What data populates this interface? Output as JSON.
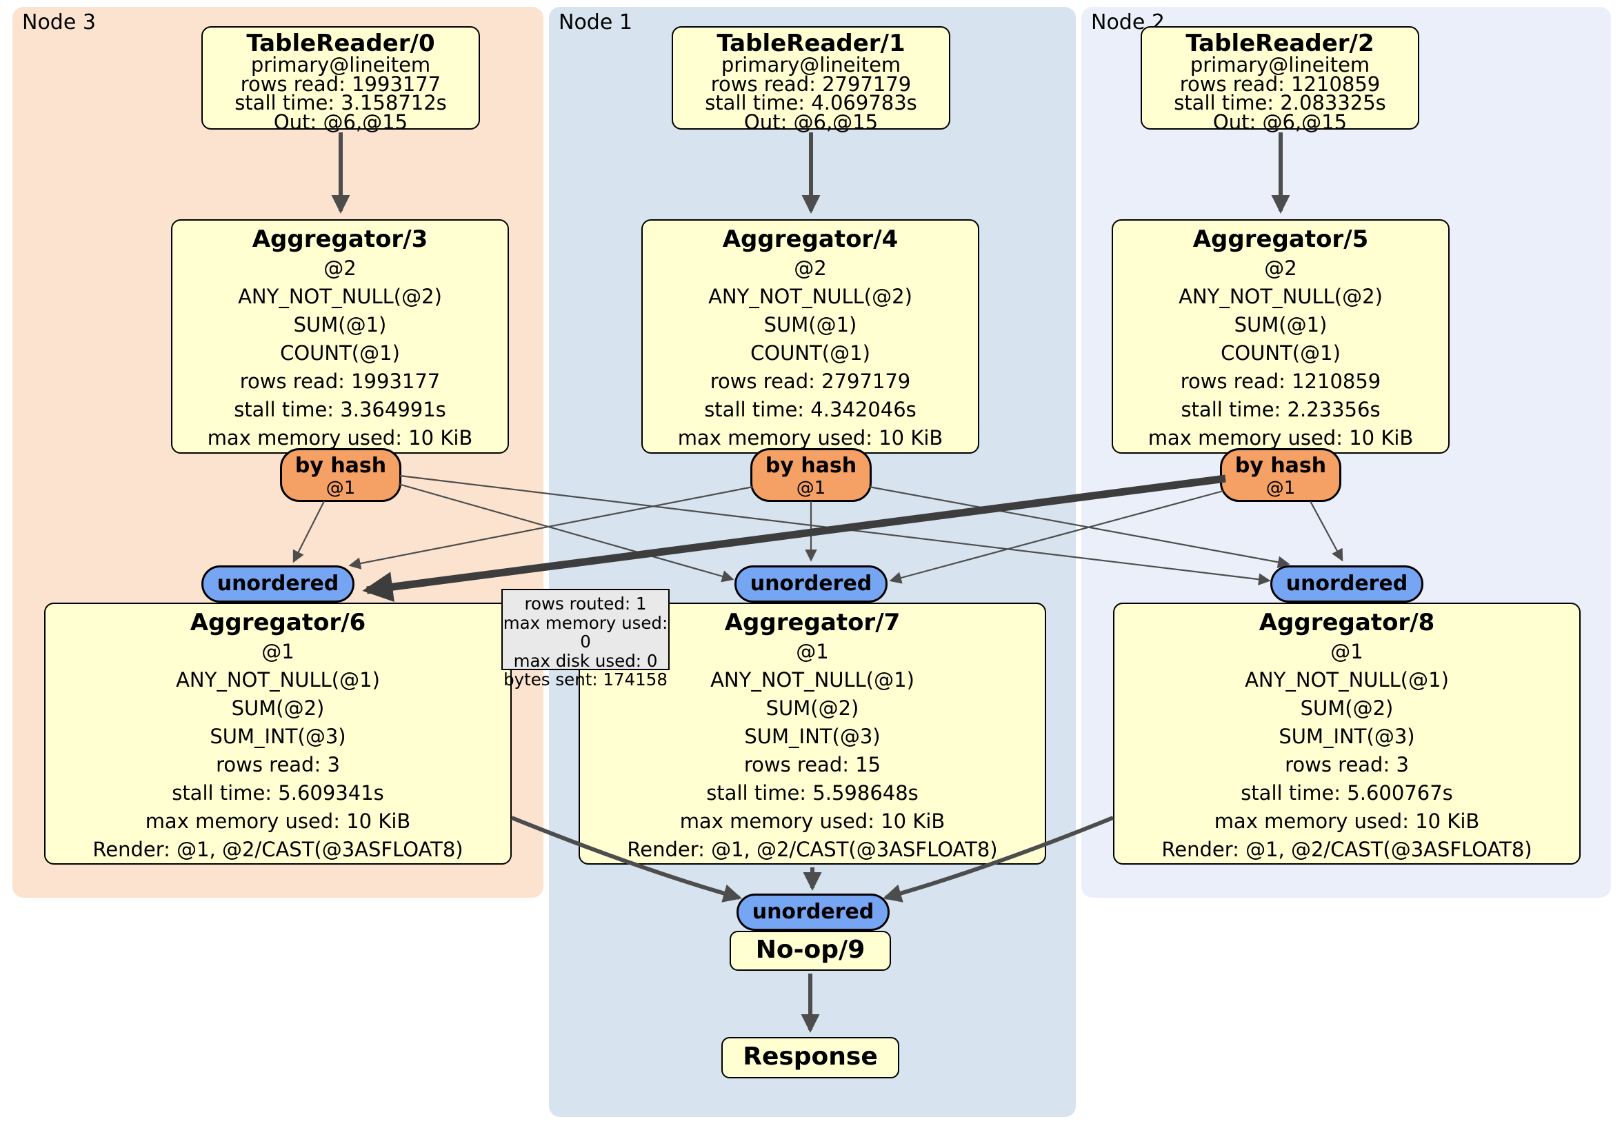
{
  "colors": {
    "node3_bg": "#fce3cf",
    "node1_bg": "#d7e3ee",
    "node2_bg": "#eaeff9",
    "processor_box_bg": "#ffffd2",
    "router_bg": "#f5a065",
    "sync_bg": "#76a5f3",
    "tooltip_bg": "#e9e9e9",
    "edge": "#4d4d4d"
  },
  "panels": [
    {
      "label": "Node 3",
      "table_reader": {
        "title": "TableReader/0",
        "lines": [
          "primary@lineitem",
          "rows read: 1993177",
          "stall time: 3.158712s",
          "Out: @6,@15"
        ]
      },
      "aggregator_top": {
        "title": "Aggregator/3",
        "lines": [
          "@2",
          "ANY_NOT_NULL(@2)",
          "SUM(@1)",
          "COUNT(@1)",
          "rows read: 1993177",
          "stall time: 3.364991s",
          "max memory used: 10 KiB"
        ]
      },
      "router": {
        "label": "by hash",
        "sub": "@1"
      },
      "sync": {
        "label": "unordered"
      },
      "aggregator_bottom": {
        "title": "Aggregator/6",
        "lines": [
          "@1",
          "ANY_NOT_NULL(@1)",
          "SUM(@2)",
          "SUM_INT(@3)",
          "rows read: 3",
          "stall time: 5.609341s",
          "max memory used: 10 KiB",
          "Render: @1, @2/CAST(@3ASFLOAT8)"
        ]
      }
    },
    {
      "label": "Node 1",
      "table_reader": {
        "title": "TableReader/1",
        "lines": [
          "primary@lineitem",
          "rows read: 2797179",
          "stall time: 4.069783s",
          "Out: @6,@15"
        ]
      },
      "aggregator_top": {
        "title": "Aggregator/4",
        "lines": [
          "@2",
          "ANY_NOT_NULL(@2)",
          "SUM(@1)",
          "COUNT(@1)",
          "rows read: 2797179",
          "stall time: 4.342046s",
          "max memory used: 10 KiB"
        ]
      },
      "router": {
        "label": "by hash",
        "sub": "@1"
      },
      "sync": {
        "label": "unordered"
      },
      "aggregator_bottom": {
        "title": "Aggregator/7",
        "lines": [
          "@1",
          "ANY_NOT_NULL(@1)",
          "SUM(@2)",
          "SUM_INT(@3)",
          "rows read: 15",
          "stall time: 5.598648s",
          "max memory used: 10 KiB",
          "Render: @1, @2/CAST(@3ASFLOAT8)"
        ]
      }
    },
    {
      "label": "Node 2",
      "table_reader": {
        "title": "TableReader/2",
        "lines": [
          "primary@lineitem",
          "rows read: 1210859",
          "stall time: 2.083325s",
          "Out: @6,@15"
        ]
      },
      "aggregator_top": {
        "title": "Aggregator/5",
        "lines": [
          "@2",
          "ANY_NOT_NULL(@2)",
          "SUM(@1)",
          "COUNT(@1)",
          "rows read: 1210859",
          "stall time: 2.23356s",
          "max memory used: 10 KiB"
        ]
      },
      "router": {
        "label": "by hash",
        "sub": "@1"
      },
      "sync": {
        "label": "unordered"
      },
      "aggregator_bottom": {
        "title": "Aggregator/8",
        "lines": [
          "@1",
          "ANY_NOT_NULL(@1)",
          "SUM(@2)",
          "SUM_INT(@3)",
          "rows read: 3",
          "stall time: 5.600767s",
          "max memory used: 10 KiB",
          "Render: @1, @2/CAST(@3ASFLOAT8)"
        ]
      }
    }
  ],
  "edge_tooltip": {
    "lines": [
      "rows routed: 1",
      "max memory used: 0",
      "max disk used: 0",
      "bytes sent: 174158"
    ]
  },
  "output": {
    "sync": "unordered",
    "noop": "No-op/9",
    "response": "Response"
  }
}
